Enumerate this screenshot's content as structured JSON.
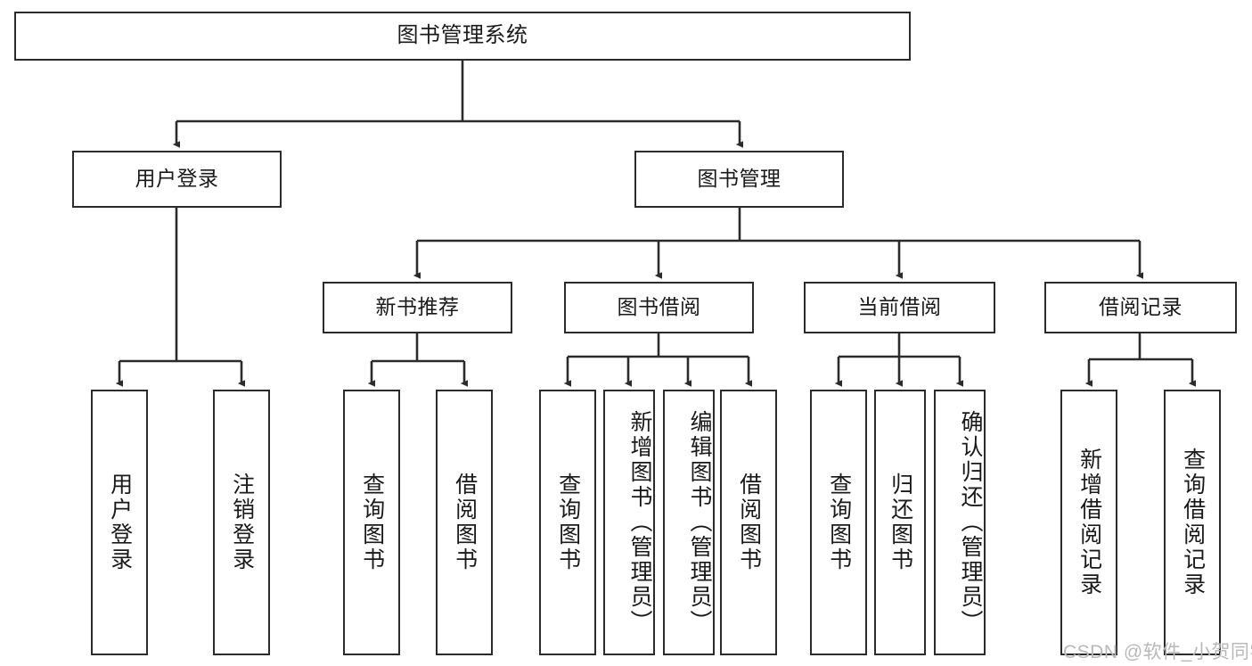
{
  "diagram": {
    "title": "图书管理系统",
    "watermark": "CSDN @软件_小贺同学",
    "line_color": "#2b2b2b",
    "box_border_color": "#2b2b2b",
    "box_fill_color": "#ffffff",
    "text_color": "#1a1a1a",
    "watermark_color": "#b9b9b9",
    "levels": {
      "root": {
        "label": "图书管理系统"
      },
      "level2": [
        {
          "label": "用户登录"
        },
        {
          "label": "图书管理"
        }
      ],
      "level3": [
        {
          "label": "新书推荐"
        },
        {
          "label": "图书借阅"
        },
        {
          "label": "当前借阅"
        },
        {
          "label": "借阅记录"
        }
      ],
      "leaves": {
        "user_login": [
          {
            "label": "用户登录"
          },
          {
            "label": "注销登录"
          }
        ],
        "new_book_recommend": [
          {
            "label": "查询图书"
          },
          {
            "label": "借阅图书"
          }
        ],
        "book_borrow": [
          {
            "label": "查询图书"
          },
          {
            "label": "新增图书（管理员）"
          },
          {
            "label": "编辑图书（管理员）"
          },
          {
            "label": "借阅图书"
          }
        ],
        "current_borrow": [
          {
            "label": "查询图书"
          },
          {
            "label": "归还图书"
          },
          {
            "label": "确认归还（管理员）"
          }
        ],
        "borrow_record": [
          {
            "label": "新增借阅记录"
          },
          {
            "label": "查询借阅记录"
          }
        ]
      }
    }
  }
}
